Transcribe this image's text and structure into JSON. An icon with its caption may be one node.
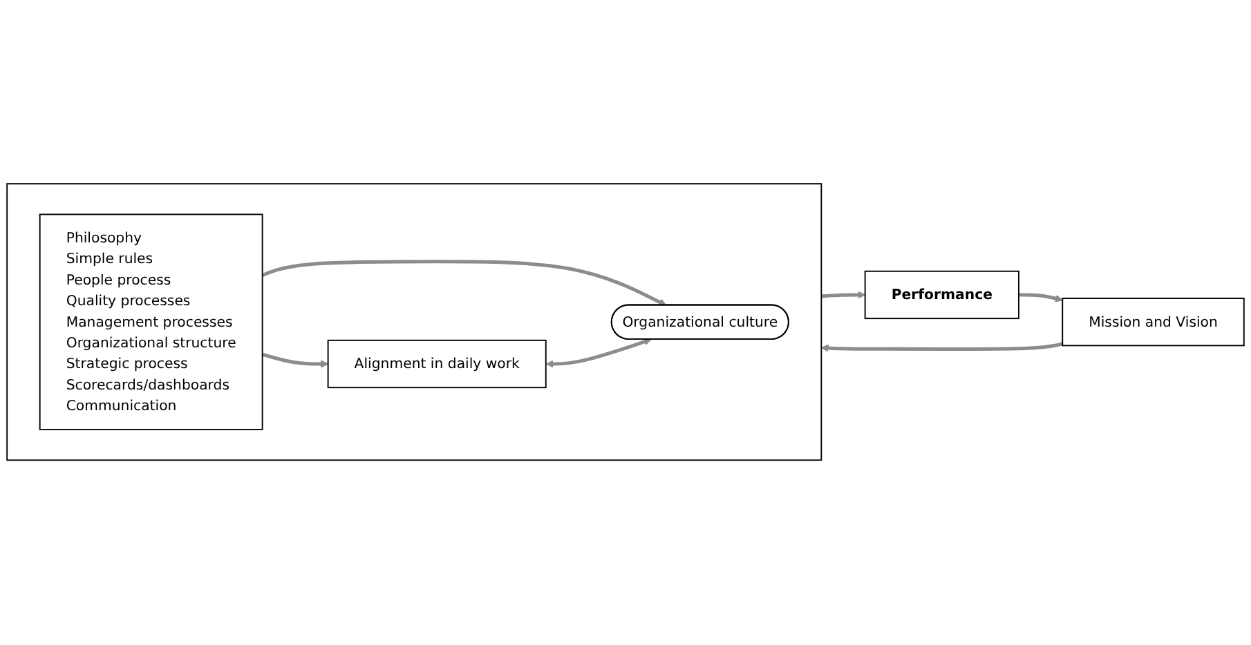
{
  "diagram": {
    "nodes": [
      {
        "text": [
          "Mission and Vision"
        ]
      },
      {
        "text": [],
        "shape": "box"
      },
      {
        "text": [
          "Philosophy",
          "Simple rules",
          "People process",
          "Quality processes",
          "Management processes",
          "Organizational structure",
          "Strategic process",
          "Scorecards/dashboards",
          "Communication"
        ],
        "in": 1
      },
      {
        "text": [
          "Alignment in daily work"
        ],
        "in": 1
      },
      {
        "text": [
          "Organizational culture"
        ],
        "in": 1
      },
      {
        "text": [
          "Performance"
        ]
      }
    ],
    "edges": [
      {
        "from": 0,
        "to": 1,
        "arrow": "to"
      },
      {
        "from": 2,
        "to": 3,
        "arrow": "to"
      },
      {
        "from": 2,
        "to": 4,
        "arrow": "to"
      },
      {
        "from": 3,
        "to": 4,
        "arrow": "both"
      },
      {
        "from": 1,
        "to": 5,
        "arrow": "to"
      },
      {
        "from": 5,
        "to": 0,
        "arrow": "to"
      }
    ]
  }
}
